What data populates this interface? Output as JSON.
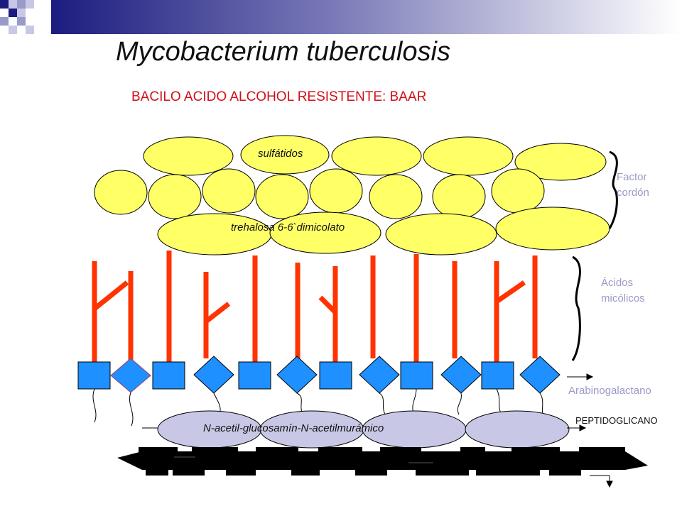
{
  "title": "Mycobacterium tuberculosis",
  "subtitle": "BACILO ACIDO ALCOHOL  RESISTENTE: BAAR",
  "labels": {
    "sulfatides": "sulfátidos",
    "trehalose": "trehalosa 6-6`dimicolato",
    "nag_nam": "N-acetil-glucosamín-N-acetilmurámico",
    "cord_factor_line1": "Factor",
    "cord_factor_line2": "cordón",
    "mycolic_line1": "Ácidos",
    "mycolic_line2": "micólicos",
    "arabinogalactan": "Arabinogalactano",
    "peptidoglycan": "PEPTIDOGLICANO"
  },
  "colors": {
    "lipid_fill": "#ffff66",
    "mycolic": "#ff3300",
    "arabinogalactan": "#1e90ff",
    "peptidoglycan": "#c8c8e6",
    "label_side": "#9a9ac8",
    "subtitle": "#d0101a",
    "membrane": "#000000",
    "logo_dark": "#1c1c80",
    "logo_light": "#9a9ac8"
  }
}
